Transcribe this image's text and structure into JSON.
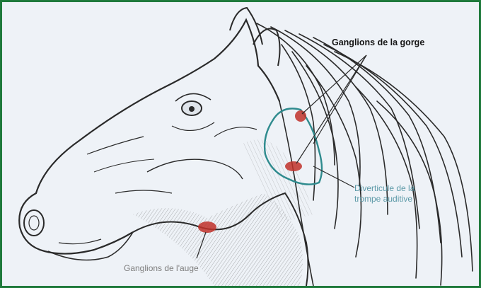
{
  "labels": {
    "ganglions_gorge": "Ganglions de la gorge",
    "diverticule_line1": "Diverticule de la",
    "diverticule_line2": "trompe auditive",
    "ganglions_auge": "Ganglions de l'auge"
  },
  "colors": {
    "frame": "#1f7a3c",
    "background": "#eef2f7",
    "lymph_node": "#c0312a",
    "diverticulum_outline": "#2f8b8e",
    "ink": "#2a2a2a",
    "diverticule_text": "#5d9aa8",
    "auge_text": "#7e7e7e"
  }
}
